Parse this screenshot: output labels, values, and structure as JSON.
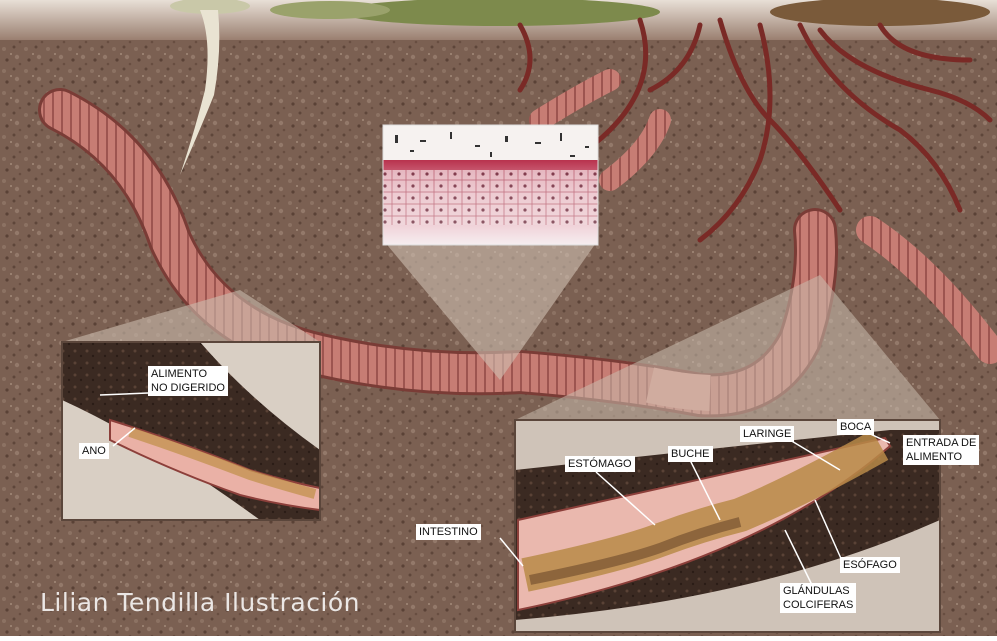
{
  "labels": {
    "alimento_no_digerido": "ALIMENTO\nNO DIGERIDO",
    "ano": "ANO",
    "estomago": "ESTÓMAGO",
    "buche": "BUCHE",
    "laringe": "LARINGE",
    "boca": "BOCA",
    "entrada_de_alimento": "ENTRADA DE\nALIMENTO",
    "intestino": "INTESTINO",
    "esofago": "ESÓFAGO",
    "glandulas_colciferas": "GLÁNDULAS\nCOLCIFERAS"
  },
  "signature": "Lilian Tendilla Ilustración",
  "colors": {
    "soil": "#7a5e4f",
    "worm": "#c97a72",
    "inset_bg": "#f4ece4",
    "label_bg": "#ffffff"
  }
}
